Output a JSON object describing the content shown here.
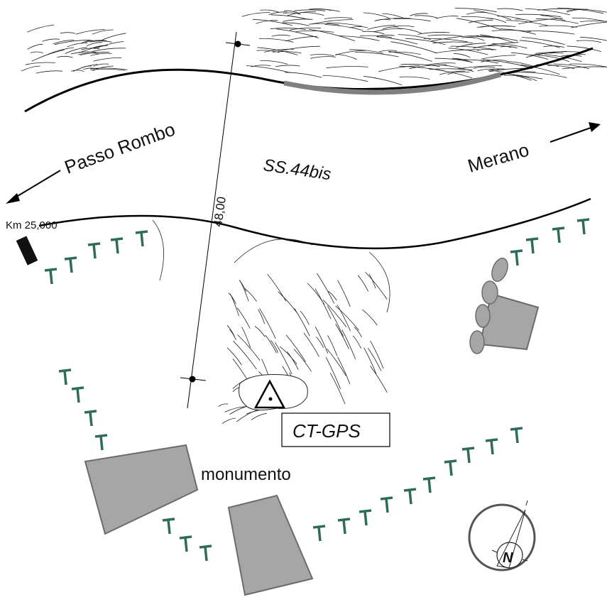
{
  "labels": {
    "passo_rombo": "Passo Rombo",
    "road_name": "SS.44bis",
    "merano": "Merano",
    "km_marker": "Km 25,000",
    "distance": "48,00",
    "station": "CT-GPS",
    "monument": "monumento",
    "north": "N"
  },
  "colors": {
    "building": "#a6a6a6",
    "building_stroke": "#6b6b6b",
    "tree": "#2e6b5a",
    "road_line": "#000000",
    "road_bar": "#808080"
  }
}
